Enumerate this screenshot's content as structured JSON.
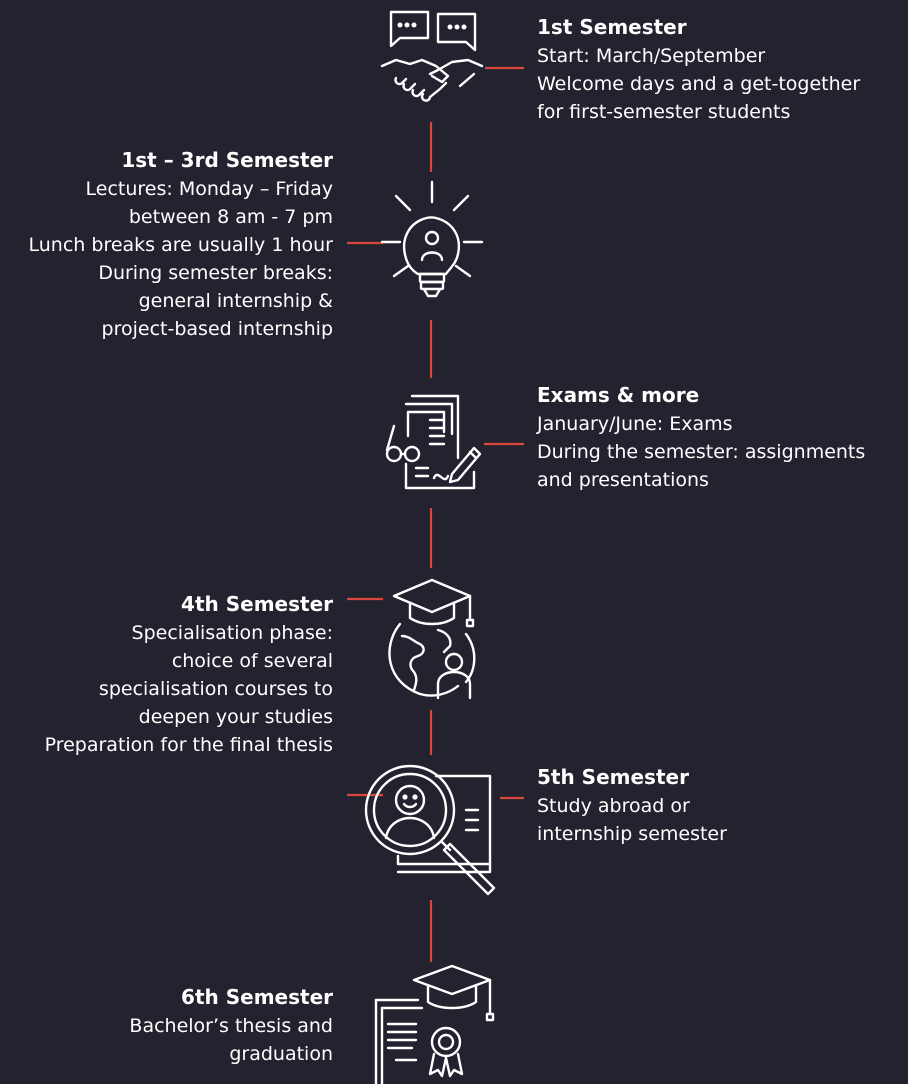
{
  "accent_color": "#d9473c",
  "background_color": "#22232e",
  "steps": [
    {
      "side": "right",
      "icon": "handshake-chat-icon",
      "title": "1st Semester",
      "lines": [
        "Start: March/September",
        "Welcome days and a get-together",
        "for first-semester students"
      ]
    },
    {
      "side": "left",
      "icon": "lightbulb-icon",
      "title": "1st – 3rd Semester",
      "lines": [
        "Lectures: Monday – Friday",
        "between 8 am - 7 pm",
        "Lunch breaks are usually 1 hour",
        "During semester breaks:",
        "general internship &",
        "project-based internship"
      ]
    },
    {
      "side": "right",
      "icon": "exam-document-icon",
      "title": "Exams & more",
      "lines": [
        "January/June: Exams",
        "During the semester: assignments",
        "and presentations"
      ]
    },
    {
      "side": "left",
      "icon": "globe-graduation-icon",
      "title": "4th Semester",
      "lines": [
        "Specialisation phase:",
        "choice of several",
        "specialisation courses to",
        "deepen your studies",
        "Preparation for the final thesis"
      ]
    },
    {
      "side": "right",
      "icon": "profile-search-icon",
      "title": "5th Semester",
      "lines": [
        "Study abroad or",
        "internship semester"
      ]
    },
    {
      "side": "left",
      "icon": "diploma-certificate-icon",
      "title": "6th Semester",
      "lines": [
        "Bachelor’s thesis and",
        "graduation"
      ]
    }
  ]
}
